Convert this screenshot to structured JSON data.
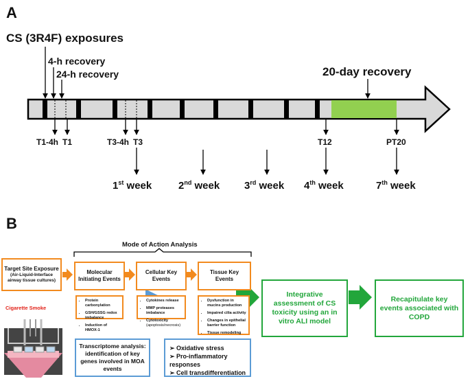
{
  "panel_a": {
    "letter": "A",
    "cs_exposures": "CS (3R4F) exposures",
    "recovery_4h": "4-h recovery",
    "recovery_24h": "24-h recovery",
    "recovery_20d": "20-day recovery",
    "timepoints": [
      "T1-4h",
      "T1",
      "T3-4h",
      "T3",
      "T12",
      "PT20"
    ],
    "weeks": [
      {
        "num": "1",
        "sup": "st",
        "text": " week"
      },
      {
        "num": "2",
        "sup": "nd",
        "text": " week"
      },
      {
        "num": "3",
        "sup": "rd",
        "text": " week"
      },
      {
        "num": "4",
        "sup": "th",
        "text": " week"
      },
      {
        "num": "7",
        "sup": "th",
        "text": " week"
      }
    ],
    "colors": {
      "timeline_fill": "#d9d9d9",
      "exposure_bar": "#000000",
      "recovery_fill": "#92d050"
    }
  },
  "panel_b": {
    "letter": "B",
    "moa_title": "Mode of Action Analysis",
    "target_site": {
      "title": "Target Site Exposure",
      "subtitle": "(Air-Liquid-Interface airway tissue cultures)"
    },
    "cigarette_smoke": "Cigarette Smoke",
    "mie": {
      "title": "Molecular Initiating Events",
      "items": [
        "Protein carbonylation",
        "GSH/GSSG redox imbalance",
        "Induction of HMOX-1"
      ]
    },
    "cke": {
      "title": "Cellular Key Events",
      "items": [
        "Cytokines release",
        "MMP proteases imbalance",
        "Cytotoxicity"
      ],
      "cytotoxicity_note": "(apoptosis/necrosis)"
    },
    "tke": {
      "title": "Tissue Key Events",
      "items": [
        "Dysfunction in mucins production",
        "Impaired cilia activity",
        "Changes in epithelial barrier function",
        "Tissue remodeling"
      ]
    },
    "integrative": "Integrative assessment of CS toxicity using an in vitro ALI model",
    "recapitulate": "Recapitulate key events associated with COPD",
    "transcriptome": "Transcriptome analysis: identification of key genes involved in MOA events",
    "transcriptome_items": [
      "Oxidative stress",
      "Pro-inflammatory responses",
      "Cell transdifferentiation"
    ],
    "colors": {
      "orange": "#f28a1e",
      "green": "#22a63b",
      "blue": "#5b9bd5",
      "smoke_label": "#e2231a"
    }
  }
}
